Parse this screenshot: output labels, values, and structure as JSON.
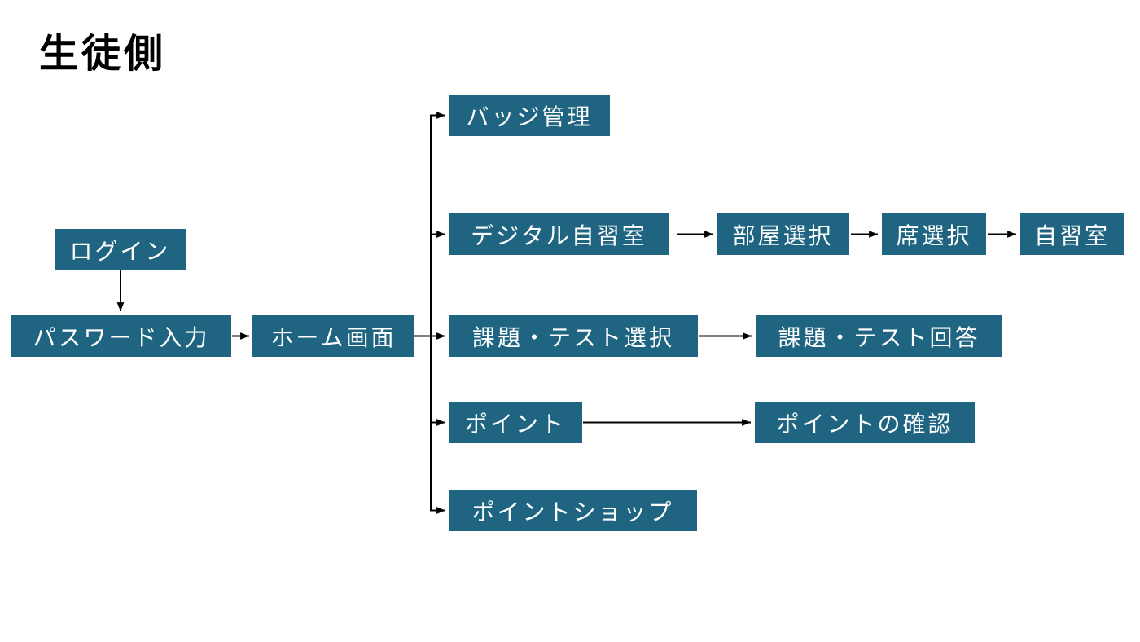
{
  "title": "生徒側",
  "colors": {
    "node_bg": "#1f6480",
    "node_text": "#ffffff",
    "arrow": "#000000",
    "title_text": "#000000",
    "background": "#ffffff"
  },
  "nodes": {
    "login": {
      "label": "ログイン"
    },
    "password": {
      "label": "パスワード入力"
    },
    "home": {
      "label": "ホーム画面"
    },
    "badge": {
      "label": "バッジ管理"
    },
    "digital_room": {
      "label": "デジタル自習室"
    },
    "room_select": {
      "label": "部屋選択"
    },
    "seat_select": {
      "label": "席選択"
    },
    "study_room": {
      "label": "自習室"
    },
    "task_select": {
      "label": "課題・テスト選択"
    },
    "task_answer": {
      "label": "課題・テスト回答"
    },
    "points": {
      "label": "ポイント"
    },
    "points_check": {
      "label": "ポイントの確認"
    },
    "point_shop": {
      "label": "ポイントショップ"
    }
  },
  "edges": [
    {
      "from": "login",
      "to": "password"
    },
    {
      "from": "password",
      "to": "home"
    },
    {
      "from": "home",
      "to": "badge"
    },
    {
      "from": "home",
      "to": "digital_room"
    },
    {
      "from": "home",
      "to": "task_select"
    },
    {
      "from": "home",
      "to": "points"
    },
    {
      "from": "home",
      "to": "point_shop"
    },
    {
      "from": "digital_room",
      "to": "room_select"
    },
    {
      "from": "room_select",
      "to": "seat_select"
    },
    {
      "from": "seat_select",
      "to": "study_room"
    },
    {
      "from": "task_select",
      "to": "task_answer"
    },
    {
      "from": "points",
      "to": "points_check"
    }
  ]
}
